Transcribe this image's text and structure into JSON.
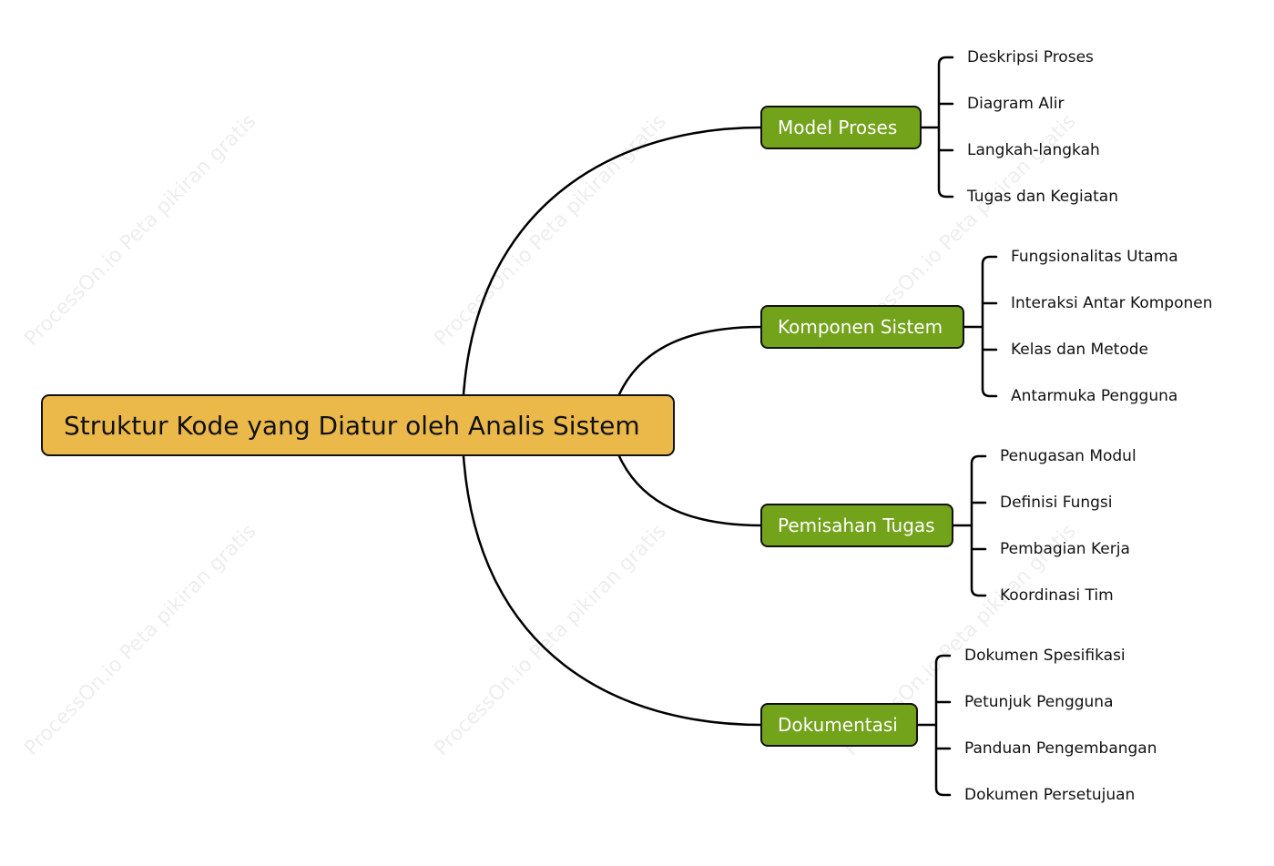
{
  "watermark_text": "ProcessOn.io Peta pikiran gratis",
  "colors": {
    "root_fill": "#ebb94a",
    "branch_fill": "#73a21b",
    "line": "#000000"
  },
  "mindmap": {
    "root": "Struktur Kode yang Diatur oleh Analis Sistem",
    "branches": [
      {
        "label": "Model Proses",
        "children": [
          "Deskripsi Proses",
          "Diagram Alir",
          "Langkah-langkah",
          "Tugas dan Kegiatan"
        ]
      },
      {
        "label": "Komponen Sistem",
        "children": [
          "Fungsionalitas Utama",
          "Interaksi Antar Komponen",
          "Kelas dan Metode",
          "Antarmuka Pengguna"
        ]
      },
      {
        "label": "Pemisahan Tugas",
        "children": [
          "Penugasan Modul",
          "Definisi Fungsi",
          "Pembagian Kerja",
          "Koordinasi Tim"
        ]
      },
      {
        "label": "Dokumentasi",
        "children": [
          "Dokumen Spesifikasi",
          "Petunjuk Pengguna",
          "Panduan Pengembangan",
          "Dokumen Persetujuan"
        ]
      }
    ]
  }
}
